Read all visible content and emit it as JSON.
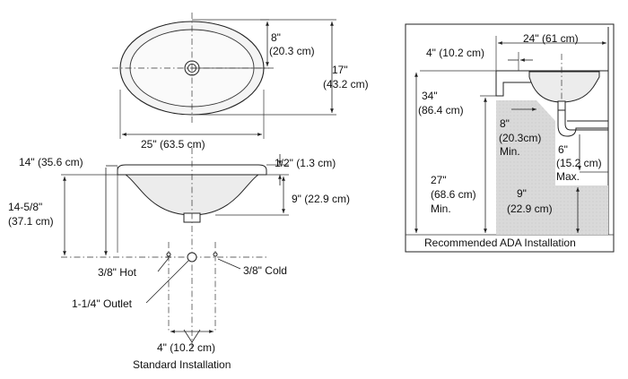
{
  "top_view": {
    "depth_in": "8\"",
    "depth_cm": "(20.3 cm)",
    "width_in": "17\"",
    "width_cm": "(43.2 cm)",
    "length_label": "25\" (63.5 cm)"
  },
  "side_view": {
    "rim_width_label": "14\" (35.6 cm)",
    "rim_thickness_label": "1/2\" (1.3 cm)",
    "bowl_depth_label": "9\" (22.9 cm)",
    "supply_height_in": "14-5/8\"",
    "supply_height_cm": "(37.1 cm)",
    "hot_label": "3/8\" Hot",
    "cold_label": "3/8\" Cold",
    "outlet_label": "1-1/4\" Outlet",
    "spacing_label": "4\" (10.2 cm)",
    "caption": "Standard Installation"
  },
  "ada": {
    "counter_width_label": "24\" (61 cm)",
    "setback_label": "4\" (10.2 cm)",
    "rim_height_in": "34\"",
    "rim_height_cm": "(86.4 cm)",
    "knee_depth_in": "8\"",
    "knee_depth_cm": "(20.3cm)",
    "knee_depth_min": "Min.",
    "trap_in": "6\"",
    "trap_cm": "(15.2 cm)",
    "trap_max": "Max.",
    "knee_height_in": "27\"",
    "knee_height_cm": "(68.6 cm)",
    "knee_height_min": "Min.",
    "toe_in": "9\"",
    "toe_cm": "(22.9 cm)",
    "caption": "Recommended ADA Installation"
  }
}
